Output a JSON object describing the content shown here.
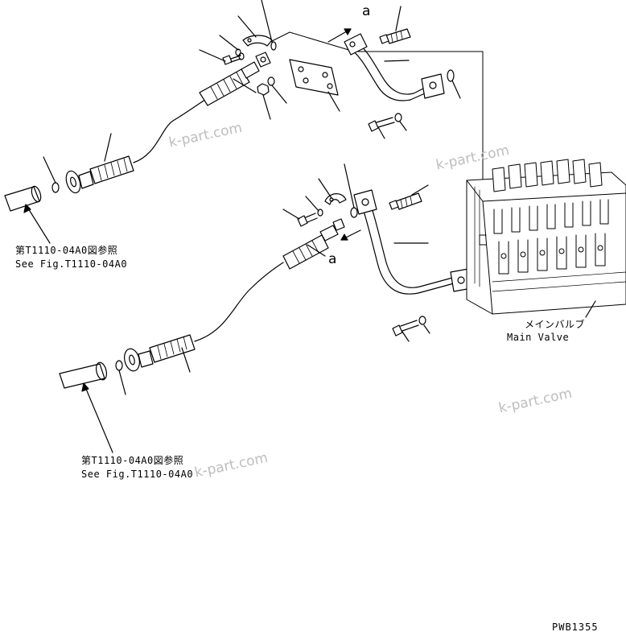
{
  "drawing_code": "PWB1355",
  "callouts": {
    "upper": "a",
    "lower": "a"
  },
  "refs": {
    "upper": {
      "jp": "第T1110-04A0図参照",
      "en": "See Fig.T1110-04A0"
    },
    "lower": {
      "jp": "第T1110-04A0図参照",
      "en": "See Fig.T1110-04A0"
    }
  },
  "main_valve": {
    "jp": "メインバルブ",
    "en": "Main Valve"
  },
  "watermark": "k-part.com"
}
